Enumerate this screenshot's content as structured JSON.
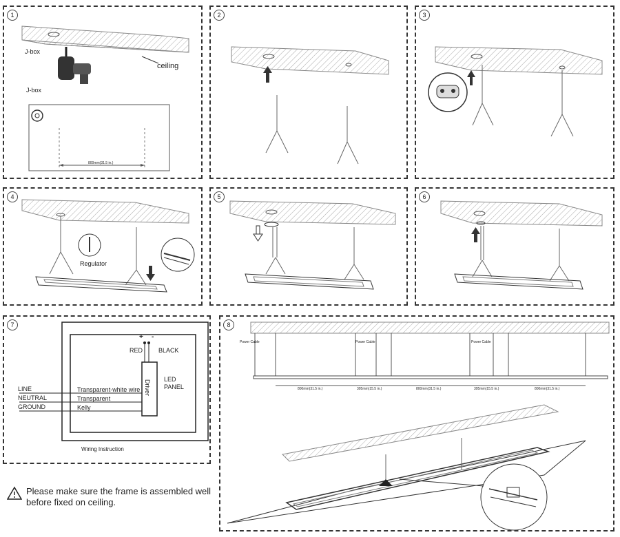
{
  "steps": [
    "1",
    "2",
    "3",
    "4",
    "5",
    "6",
    "7",
    "8"
  ],
  "step1": {
    "jbox_top": "J-box",
    "ceiling": "ceiling",
    "jbox_bottom": "J-box",
    "spacing": "800mm(31.5 in.)"
  },
  "step4": {
    "regulator": "Regulator"
  },
  "step7": {
    "polarity_plus": "+",
    "polarity_minus": "-",
    "red": "RED",
    "black": "BLACK",
    "driver": "Driver",
    "led_panel": "LED\nPANEL",
    "wires": [
      {
        "name": "LINE",
        "desc": "Transparent-white wire"
      },
      {
        "name": "NEUTRAL",
        "desc": "Transparent"
      },
      {
        "name": "GROUND",
        "desc": "Kelly"
      }
    ],
    "caption": "Wiring Instruction"
  },
  "step8": {
    "power_cable": "Power Cable",
    "dims": [
      "800mm(31.5 in.)",
      "395mm(15.5 in.)",
      "800mm(31.5 in.)",
      "395mm(15.5 in.)",
      "800mm(31.5 in.)"
    ]
  },
  "warning": "Please make sure the frame is assembled well before fixed on ceiling."
}
